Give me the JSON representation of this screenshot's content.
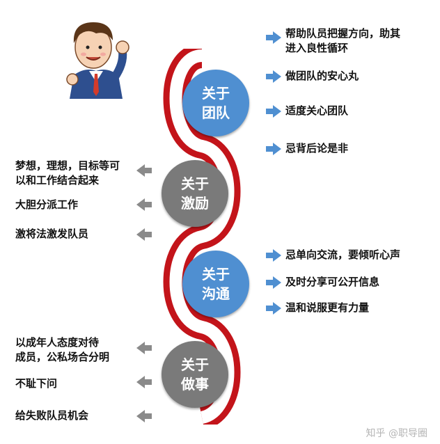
{
  "sections": [
    {
      "title_line1": "关于",
      "title_line2": "团队",
      "color": "#4f8fd1",
      "items": [
        "帮助队员把握方向，助其进入良性循环",
        "做团队的安心丸",
        "适度关心团队",
        "忌背后论是非"
      ]
    },
    {
      "title_line1": "关于",
      "title_line2": "激励",
      "color": "#7a7a7a",
      "items": [
        "梦想，理想，目标等可以和工作结合起来",
        "大胆分派工作",
        "激将法激发队员"
      ]
    },
    {
      "title_line1": "关于",
      "title_line2": "沟通",
      "color": "#4f8fd1",
      "items": [
        "忌单向交流，要倾听心声",
        "及时分享可公开信息",
        "温和说服更有力量"
      ]
    },
    {
      "title_line1": "关于",
      "title_line2": "做事",
      "color": "#7a7a7a",
      "items": [
        "以成年人态度对待成员，公私场合分明",
        "不耻下问",
        "给失败队员机会"
      ]
    }
  ],
  "labels": {
    "r0a": "帮助队员把握方向，助其",
    "r0b": "进入良性循环",
    "r1": "做团队的安心丸",
    "r2": "适度关心团队",
    "r3": "忌背后论是非",
    "l0a": "梦想，理想，目标等可",
    "l0b": "以和工作结合起来",
    "l1": "大胆分派工作",
    "l2": "激将法激发队员",
    "c0a": "忌单向交流，要倾听心声",
    "c1": "及时分享可公开信息",
    "c2": "温和说服更有力量",
    "d0a": "以成年人态度对待",
    "d0b": "成员，公私场合分明",
    "d1": "不耻下问",
    "d2": "给失败队员机会"
  },
  "watermark": "知乎 @职导圈",
  "colors": {
    "accent_red": "#c3141a",
    "blue": "#4f8fd1",
    "gray": "#7a7a7a",
    "arrow_blue": "#4f8fd1",
    "arrow_gray": "#8a8a8a"
  },
  "icons": {
    "right_items": "arrow-right-icon",
    "left_items": "arrow-left-icon",
    "character": "cartoon-businessman-icon"
  }
}
